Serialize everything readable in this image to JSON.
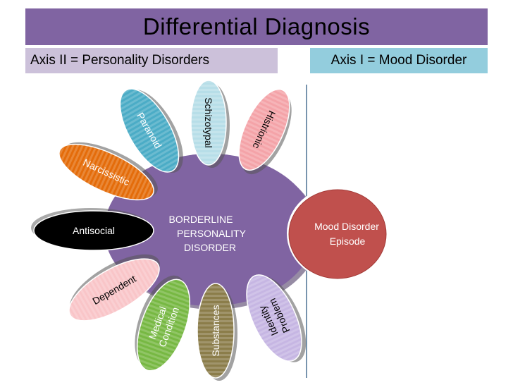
{
  "header": {
    "title": "Differential Diagnosis",
    "axis_left": "Axis II = Personality Disorders",
    "axis_right": "Axis I = Mood Disorder"
  },
  "center": {
    "line1": "BORDERLINE",
    "line2": "PERSONALITY",
    "line3": "DISORDER"
  },
  "mood": {
    "line1": "Mood Disorder",
    "line2": "Episode"
  },
  "petals": [
    {
      "name": "paranoid",
      "line1": "Paranoid",
      "line2": "",
      "color": "#4bacc6"
    },
    {
      "name": "schizotypal",
      "line1": "Schizotypal",
      "line2": "",
      "color": "#b7dee8"
    },
    {
      "name": "histrionic",
      "line1": "Histrionic",
      "line2": "",
      "color": "#f4a3a8"
    },
    {
      "name": "narcissistic",
      "line1": "Narcissistic",
      "line2": "",
      "color": "#e46c0a"
    },
    {
      "name": "antisocial",
      "line1": "Antisocial",
      "line2": "",
      "color": "#000000"
    },
    {
      "name": "dependent",
      "line1": "Dependent",
      "line2": "",
      "color": "#f9c5c8"
    },
    {
      "name": "medical-condition",
      "line1": "Medical",
      "line2": "Condition",
      "color": "#77b843"
    },
    {
      "name": "substances",
      "line1": "Substances",
      "line2": "",
      "color": "#8b7d4a"
    },
    {
      "name": "identity-problem",
      "line1": "Identity",
      "line2": "Problem",
      "color": "#c6b6e3"
    }
  ],
  "colors": {
    "title_bar": "#8064a2",
    "axis_left": "#ccc1da",
    "axis_right": "#93cddd",
    "center": "#8064a2",
    "mood": "#c0504d",
    "divider": "#1f4e79"
  }
}
